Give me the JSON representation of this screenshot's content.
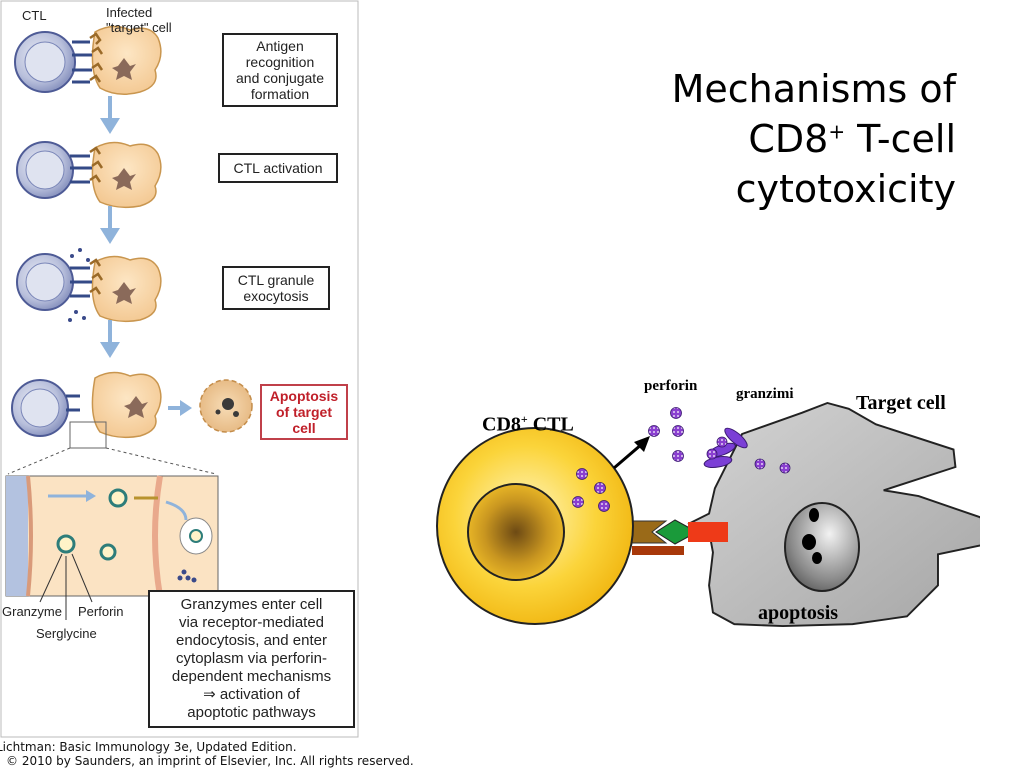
{
  "title": {
    "line1": "Mechanisms of",
    "line2_pre": "CD8",
    "line2_sup": "+",
    "line2_post": " T-cell",
    "line3": "cytotoxicity"
  },
  "left_figure": {
    "ctl_label": "CTL",
    "target_label": "Infected\n\"target\" cell",
    "steps": [
      {
        "label": "Antigen\nrecognition\nand conjugate\nformation"
      },
      {
        "label": "CTL activation"
      },
      {
        "label": "CTL granule\nexocytosis"
      },
      {
        "label": "Apoptosis\nof target\ncell"
      }
    ],
    "granzyme_label": "Granzyme",
    "perforin_label": "Perforin",
    "serglycine_label": "Serglycine",
    "caption": "Granzymes enter cell\nvia receptor-mediated\nendocytosis, and enter\ncytoplasm via perforin-\ndependent mechanisms\n⇒ activation of\napoptotic pathways",
    "copyright_line1": "Lichtman: Basic Immunology 3e, Updated Edition.",
    "copyright_line2": "© 2010 by Saunders, an imprint of Elsevier, Inc. All rights reserved."
  },
  "right_diagram": {
    "ctl_label_pre": "CD8",
    "ctl_label_sup": "+",
    "ctl_label_post": " CTL",
    "perforin": "perforin",
    "granzimi": "granzimi",
    "target_cell": "Target cell",
    "apoptosis": "apoptosis"
  },
  "colors": {
    "ctl_fill": "#f6c21a",
    "target_fill": "#b8b8b8",
    "granule": "#8a3fd0",
    "arrow_blue": "#8fb3db",
    "red_box": "#c0404a"
  }
}
